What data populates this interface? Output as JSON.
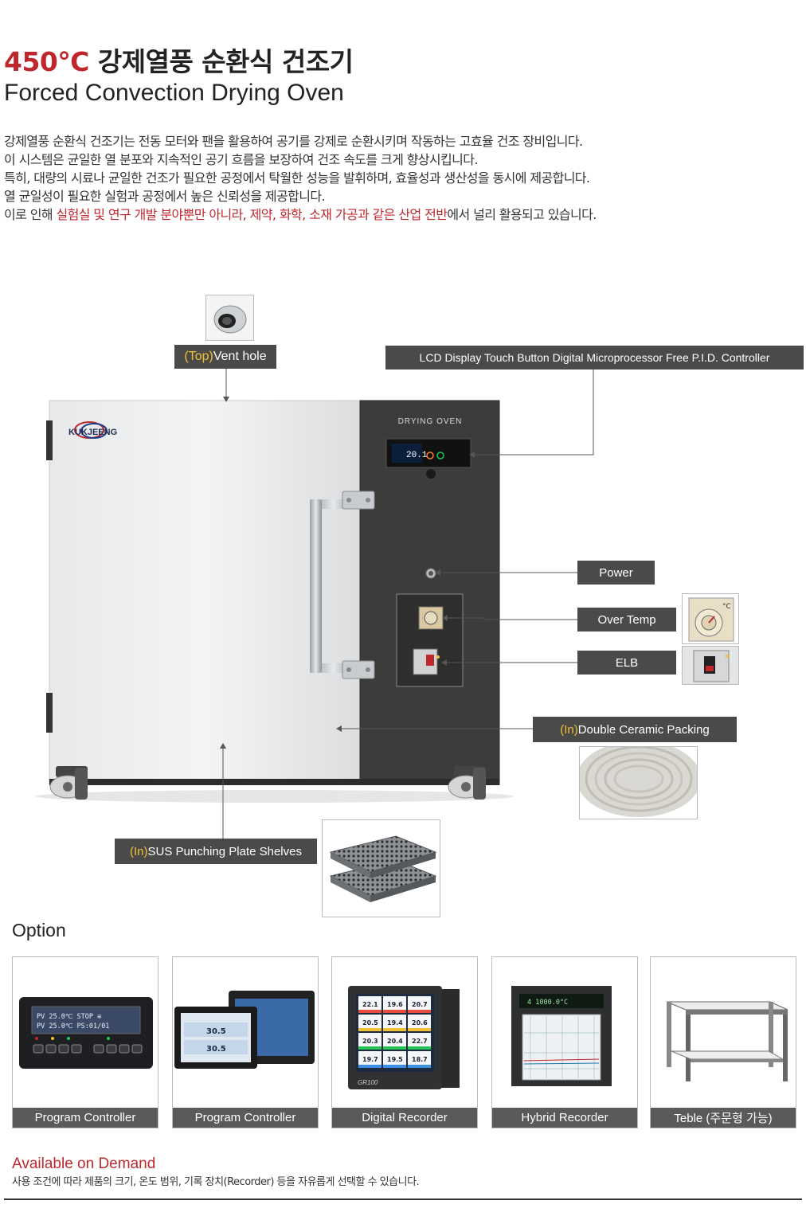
{
  "header": {
    "title_accent": "450℃",
    "title_ko": "강제열풍 순환식 건조기",
    "title_en": "Forced Convection Drying Oven"
  },
  "description": {
    "line1": "강제열풍 순환식 건조기는 전동 모터와 팬을 활용하여 공기를 강제로 순환시키며 작동하는 고효율 건조 장비입니다.",
    "line2": "이 시스템은 균일한 열 분포와 지속적인 공기 흐름을 보장하여 건조 속도를 크게 향상시킵니다.",
    "line3": "특히, 대량의 시료나 균일한 건조가 필요한 공정에서 탁월한 성능을 발휘하며, 효율성과 생산성을 동시에 제공합니다.",
    "line4": "열 균일성이 필요한 실험과 공정에서 높은 신뢰성을 제공합니다.",
    "line5_pre": "이로 인해 ",
    "line5_red": "실험실 및 연구 개발 분야뿐만 아니라, 제약, 화학, 소재 가공과 같은 산업 전반",
    "line5_post": "에서 널리 활용되고 있습니다."
  },
  "product": {
    "brand": "KUKJEENG",
    "panel_title": "DRYING OVEN",
    "display_value": "20.1"
  },
  "callouts": {
    "vent_prefix": "(Top)",
    "vent_text": " Vent hole",
    "lcd": "LCD Display Touch Button Digital Microprocessor Free P.I.D. Controller",
    "power": "Power",
    "over_temp": "Over Temp",
    "elb": "ELB",
    "packing_prefix": "(In)",
    "packing_text": " Double Ceramic Packing",
    "shelves_prefix": "(In)",
    "shelves_text": " SUS Punching Plate Shelves"
  },
  "options": {
    "title": "Option",
    "items": [
      {
        "label": "Program Controller"
      },
      {
        "label": "Program Controller"
      },
      {
        "label": "Digital Recorder"
      },
      {
        "label": "Hybrid Recorder"
      },
      {
        "label": "Teble (주문형 가능)"
      }
    ],
    "controller1": {
      "line1": "PV  25.0℃  STOP  ≡",
      "line2": "PV  25.0℃  PS:01/01"
    },
    "controller2": {
      "v1": "30.5",
      "v2": "30.5"
    },
    "recorder": {
      "values": [
        "22.1",
        "19.6",
        "20.7",
        "20.5",
        "19.4",
        "20.6",
        "20.3",
        "20.4",
        "22.7",
        "19.7",
        "19.5",
        "18.7"
      ],
      "brand": "GR100"
    },
    "hybrid": {
      "readout": "4  1000.0°C"
    }
  },
  "available": {
    "title": "Available on Demand",
    "desc": "사용 조건에 따라 제품의 크기, 온도 범위, 기록 장치(Recorder) 등을 자유롭게 선택할 수 있습니다."
  },
  "colors": {
    "accent": "#c0272d",
    "label_bg": "#4a4a48",
    "label_yellow": "#f2c037"
  }
}
